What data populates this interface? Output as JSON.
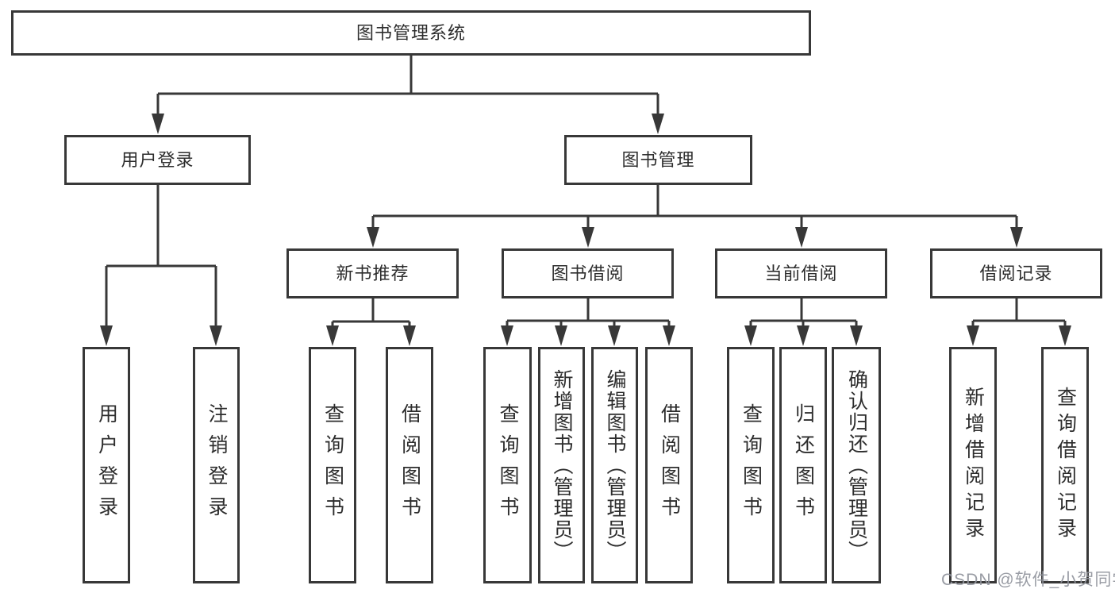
{
  "diagram_title": "图书管理系统",
  "colors": {
    "line": "#383838",
    "box_border": "#383838",
    "text": "#2d2d2d",
    "watermark": "#90949c",
    "background": "#ffffff"
  },
  "nodes": {
    "root": {
      "label": "图书管理系统"
    },
    "user_login_group": {
      "label": "用户登录"
    },
    "book_mgmt_group": {
      "label": "图书管理"
    },
    "new_book_rec": {
      "label": "新书推荐"
    },
    "book_borrow": {
      "label": "图书借阅"
    },
    "current_borrow": {
      "label": "当前借阅"
    },
    "borrow_records": {
      "label": "借阅记录"
    },
    "leaves": {
      "user_login": "用户登录",
      "logout": "注销登录",
      "rec_query_books": "查询图书",
      "rec_borrow_books": "借阅图书",
      "bb_query_books": "查询图书",
      "bb_add_books": "新增图书（管理员）",
      "bb_edit_books": "编辑图书（管理员）",
      "bb_borrow_books": "借阅图书",
      "cb_query_books": "查询图书",
      "cb_return_books": "归还图书",
      "cb_confirm_return": "确认归还（管理员）",
      "br_add_record": "新增借阅记录",
      "br_query_record": "查询借阅记录"
    }
  },
  "tree": {
    "root": "图书管理系统",
    "children": [
      {
        "label": "用户登录",
        "children": [
          "用户登录",
          "注销登录"
        ]
      },
      {
        "label": "图书管理",
        "children": [
          {
            "label": "新书推荐",
            "children": [
              "查询图书",
              "借阅图书"
            ]
          },
          {
            "label": "图书借阅",
            "children": [
              "查询图书",
              "新增图书（管理员）",
              "编辑图书（管理员）",
              "借阅图书"
            ]
          },
          {
            "label": "当前借阅",
            "children": [
              "查询图书",
              "归还图书",
              "确认归还（管理员）"
            ]
          },
          {
            "label": "借阅记录",
            "children": [
              "新增借阅记录",
              "查询借阅记录"
            ]
          }
        ]
      }
    ]
  },
  "watermark": {
    "text": "CSDN @软件_小贺同学"
  }
}
